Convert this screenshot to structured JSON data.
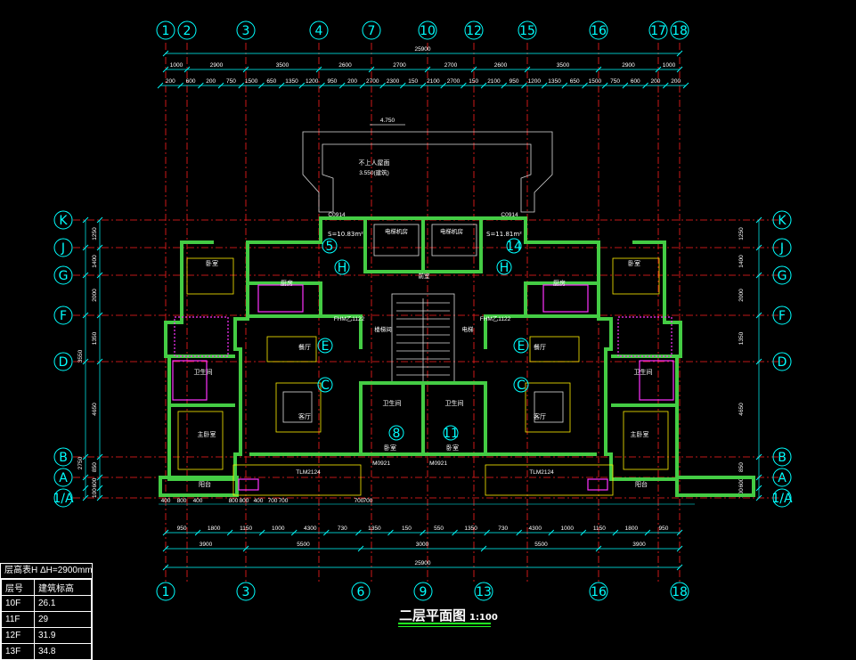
{
  "drawing": {
    "title": "二层平面图",
    "scale": "1:100",
    "total_width": "25900",
    "top_axes": [
      "1",
      "2",
      "3",
      "4",
      "7",
      "10",
      "12",
      "15",
      "16",
      "17",
      "18"
    ],
    "bottom_axes": [
      "1",
      "3",
      "6",
      "9",
      "13",
      "16",
      "18"
    ],
    "side_axes": [
      "K",
      "J",
      "G",
      "F",
      "D",
      "B",
      "A",
      "1/A"
    ],
    "top_dims_row1": [
      "1000",
      "2900",
      "3500",
      "2600",
      "2700",
      "2700",
      "2600",
      "3500",
      "2900",
      "1000"
    ],
    "top_dims_row2": [
      "200",
      "600",
      "200",
      "750",
      "1500",
      "650",
      "1350",
      "1200",
      "950",
      "200",
      "2700",
      "2300",
      "150",
      "2100",
      "2700",
      "150",
      "2100",
      "950",
      "1200",
      "1350",
      "650",
      "1500",
      "750",
      "600",
      "200",
      "200"
    ],
    "bottom_dims_row1": [
      "950",
      "1800",
      "1150",
      "1000",
      "4300",
      "730",
      "1350",
      "150",
      "550",
      "1350",
      "730",
      "4300",
      "1000",
      "1150",
      "1800",
      "950"
    ],
    "bottom_dims_row2": [
      "3900",
      "5500",
      "3000",
      "5500",
      "3900"
    ],
    "bottom_dims_row3": [
      "400",
      "800",
      "400",
      "800",
      "800",
      "400",
      "700",
      "700",
      "700",
      "700"
    ],
    "left_dims": [
      "1250",
      "1400",
      "2000",
      "1350",
      "4650",
      "850",
      "600",
      "100"
    ],
    "left_dims_outer": [
      "3550",
      "2750"
    ],
    "center_labels": [
      "4.750",
      "不上人屋面",
      "3.550(建筑)",
      "电梯机房",
      "前室",
      "楼梯间",
      "电梯"
    ],
    "room_labels": [
      "卧室",
      "卧室",
      "厨房",
      "厨房",
      "餐厅",
      "餐厅",
      "客厅",
      "客厅",
      "主卧室",
      "主卧室",
      "卫生间",
      "卫生间",
      "阳台",
      "阳台",
      "卧室",
      "卧室",
      "卫生间",
      "卫生间"
    ],
    "area_labels": [
      "S=10.83m²",
      "S=11.81m²"
    ],
    "circle_markers": [
      "5",
      "14",
      "H",
      "H",
      "E",
      "E",
      "C",
      "C",
      "8",
      "11"
    ],
    "door_labels": [
      "FHM乙1122",
      "FHM乙1122",
      "C0914",
      "C0914",
      "M0921",
      "M0921",
      "TLM2124",
      "TLM2124"
    ]
  },
  "legend": {
    "header": "层高表H ΔH=2900mm",
    "col_floor": "层号",
    "col_elev": "建筑标高",
    "rows": [
      {
        "floor": "10F",
        "elev": "26.1"
      },
      {
        "floor": "11F",
        "elev": "29"
      },
      {
        "floor": "12F",
        "elev": "31.9"
      },
      {
        "floor": "13F",
        "elev": "34.8"
      }
    ]
  },
  "colors": {
    "background": "#000000",
    "axis_lines": "#ff2020",
    "walls": "#44cc44",
    "dimensions": "#00ffff",
    "text": "#ffffff",
    "fixtures": "#ff33ff",
    "furniture": "#ffee00"
  }
}
